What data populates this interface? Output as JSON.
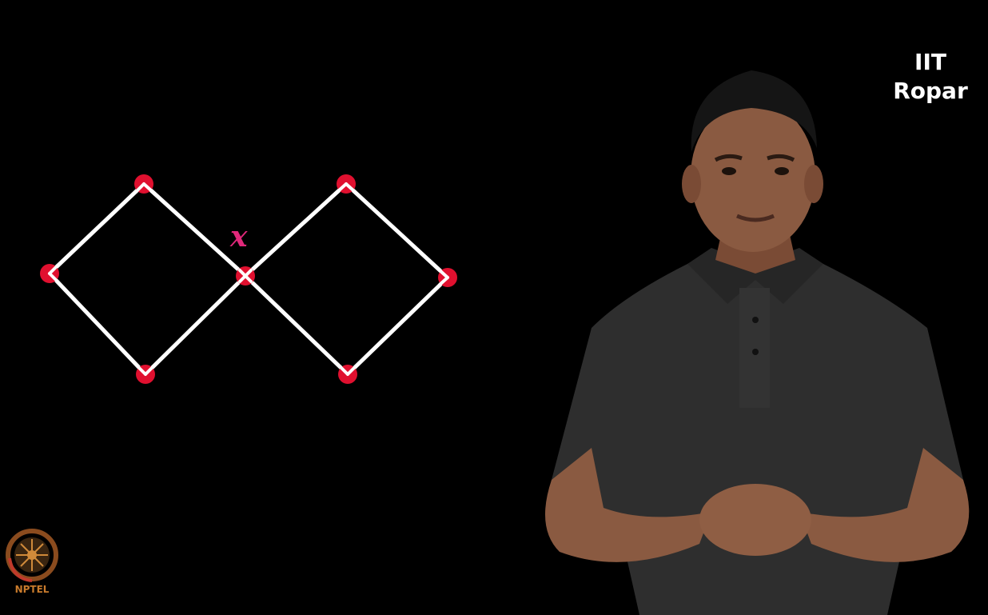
{
  "branding": {
    "institute_line1": "IIT",
    "institute_line2": "Ropar",
    "logo_text": "NPTEL"
  },
  "graph": {
    "vertex_label": "x",
    "edge_color": "#ffffff",
    "vertex_color": "#e0102f",
    "label_color": "#e0287a"
  },
  "presenter": {
    "shirt_color": "#2e2e2e"
  }
}
